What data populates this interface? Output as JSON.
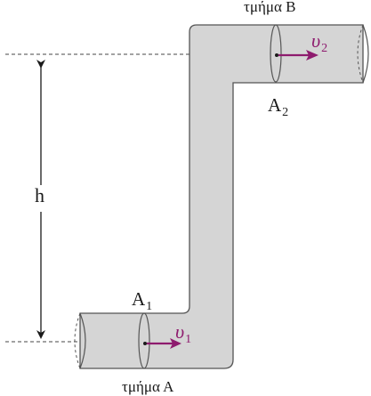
{
  "labels": {
    "section_b": "τμήμα Β",
    "section_a": "τμήμα Α",
    "area_1": "A",
    "area_1_sub": "1",
    "area_2": "A",
    "area_2_sub": "2",
    "height": "h",
    "velocity_1": "υ",
    "velocity_1_sub": "1",
    "velocity_2": "υ",
    "velocity_2_sub": "2"
  },
  "colors": {
    "pipe_fill": "#d5d5d5",
    "pipe_stroke": "#555555",
    "arrow": "#8e1b6e",
    "dashed_line": "#444444"
  }
}
